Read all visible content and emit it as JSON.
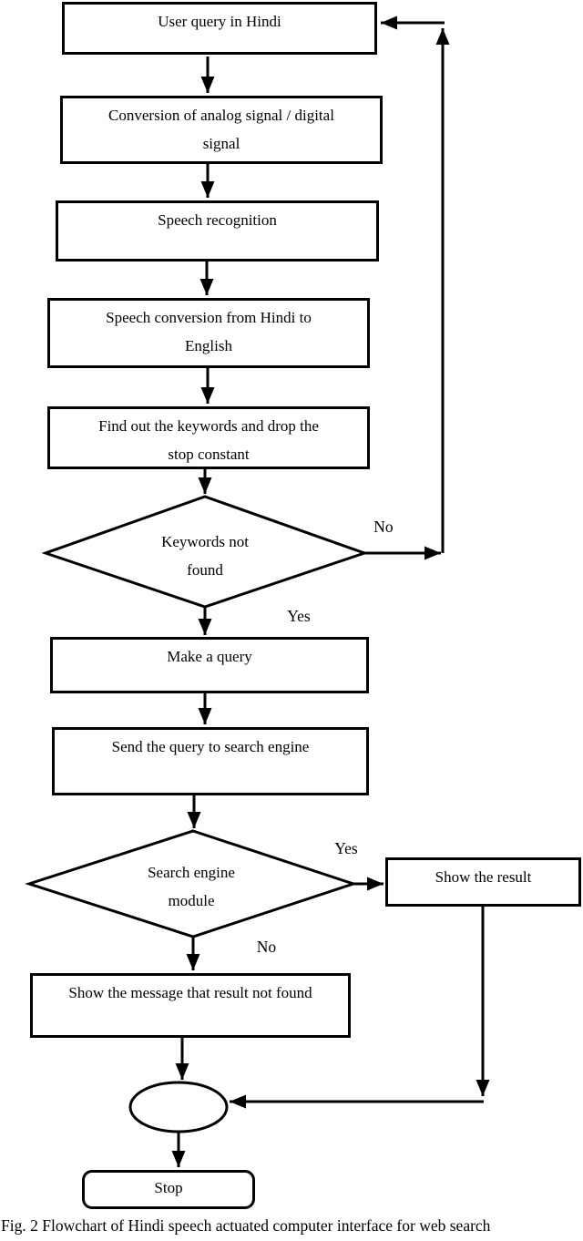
{
  "caption": "Fig. 2 Flowchart of Hindi speech actuated computer interface for web search",
  "nodes": {
    "user_query": "User query in Hindi",
    "conversion": "Conversion of analog signal / digital\nsignal",
    "speech_recognition": "Speech recognition",
    "speech_conversion": "Speech conversion from Hindi to\nEnglish",
    "find_keywords": "Find out the keywords and drop the\nstop constant",
    "keywords_not_found": "Keywords not\nfound",
    "make_query": "Make a query",
    "send_query": "Send the query to search engine",
    "search_engine_module": "Search engine\nmodule",
    "show_result": "Show the result",
    "show_message": "Show the message that result not found",
    "stop": "Stop"
  },
  "edge_labels": {
    "keywords_no": "No",
    "keywords_yes": "Yes",
    "search_yes": "Yes",
    "search_no": "No"
  },
  "colors": {
    "line": "#000000",
    "background": "#ffffff"
  }
}
